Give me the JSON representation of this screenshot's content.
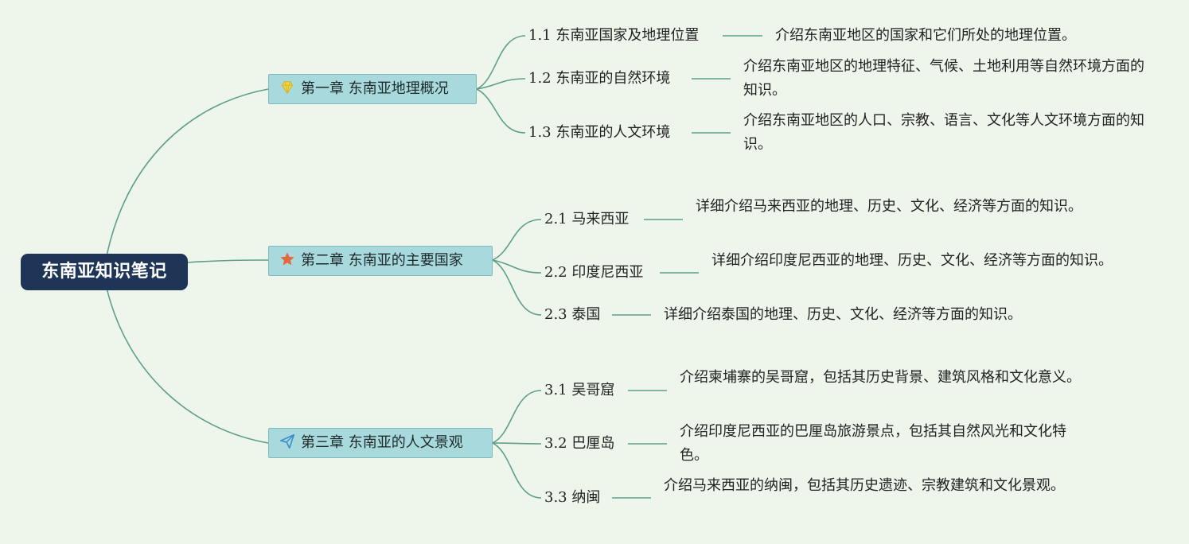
{
  "root": {
    "title": "东南亚知识笔记"
  },
  "chapters": [
    {
      "label": "第一章 东南亚地理概况",
      "icon": "gem-icon",
      "icon_color": "#f2d64b",
      "sections": [
        {
          "num": "1.1",
          "title": "东南亚国家及地理位置",
          "desc": "介绍东南亚地区的国家和它们所处的地理位置。"
        },
        {
          "num": "1.2",
          "title": "东南亚的自然环境",
          "desc": "介绍东南亚地区的地理特征、气候、土地利用等自然环境方面的知识。"
        },
        {
          "num": "1.3",
          "title": "东南亚的人文环境",
          "desc": "介绍东南亚地区的人口、宗教、语言、文化等人文环境方面的知识。"
        }
      ]
    },
    {
      "label": "第二章 东南亚的主要国家",
      "icon": "star-icon",
      "icon_color": "#e8663d",
      "sections": [
        {
          "num": "2.1",
          "title": "马来西亚",
          "desc": "详细介绍马来西亚的地理、历史、文化、经济等方面的知识。"
        },
        {
          "num": "2.2",
          "title": "印度尼西亚",
          "desc": "详细介绍印度尼西亚的地理、历史、文化、经济等方面的知识。"
        },
        {
          "num": "2.3",
          "title": "泰国",
          "desc": "详细介绍泰国的地理、历史、文化、经济等方面的知识。"
        }
      ]
    },
    {
      "label": "第三章 东南亚的人文景观",
      "icon": "paper-plane-icon",
      "icon_color": "#3d8ecf",
      "sections": [
        {
          "num": "3.1",
          "title": "吴哥窟",
          "desc": "介绍柬埔寨的吴哥窟，包括其历史背景、建筑风格和文化意义。"
        },
        {
          "num": "3.2",
          "title": "巴厘岛",
          "desc": "介绍印度尼西亚的巴厘岛旅游景点，包括其自然风光和文化特色。"
        },
        {
          "num": "3.3",
          "title": "纳闽",
          "desc": "介绍马来西亚的纳闽，包括其历史遗迹、宗教建筑和文化景观。"
        }
      ]
    }
  ],
  "colors": {
    "link": "#5f9e8a",
    "root_bg": "#1f3557",
    "chapter_bg": "#a8dadd",
    "background": "#eef6ec"
  }
}
